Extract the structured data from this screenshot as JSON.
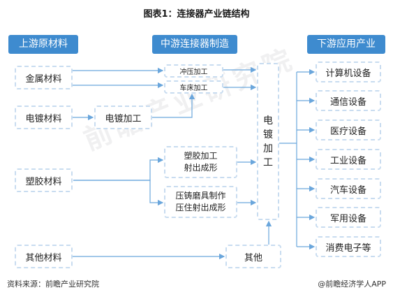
{
  "title": "图表1：连接器产业链结构",
  "headers": {
    "upstream": "上游原材料",
    "midstream": "中游连接器制造",
    "downstream": "下游应用产业"
  },
  "upstream": {
    "metal": "金属材料",
    "plating": "电镀材料",
    "plastic": "塑胶材料",
    "other": "其他材料"
  },
  "midstream": {
    "stamping": "冲压加工",
    "lathe": "车床加工",
    "plating_process": "电镀加工",
    "plastic_line1": "塑胶加工",
    "plastic_line2": "射出成形",
    "die_line1": "压铸磨具制作",
    "die_line2": "压住射出成形",
    "other": "其他",
    "plating_vertical": [
      "电",
      "镀",
      "加",
      "工"
    ]
  },
  "downstream": [
    "计算机设备",
    "通信设备",
    "医疗设备",
    "工业设备",
    "汽车设备",
    "军用设备",
    "消费电子等"
  ],
  "footer": {
    "source": "资料来源：前瞻产业研究院",
    "brand": "@前瞻经济学人APP"
  },
  "watermark": "前瞻产业研究院",
  "colors": {
    "header": "#3e8bcf",
    "arrow": "#6aa6dc",
    "box_border": "#c8dcf0"
  }
}
